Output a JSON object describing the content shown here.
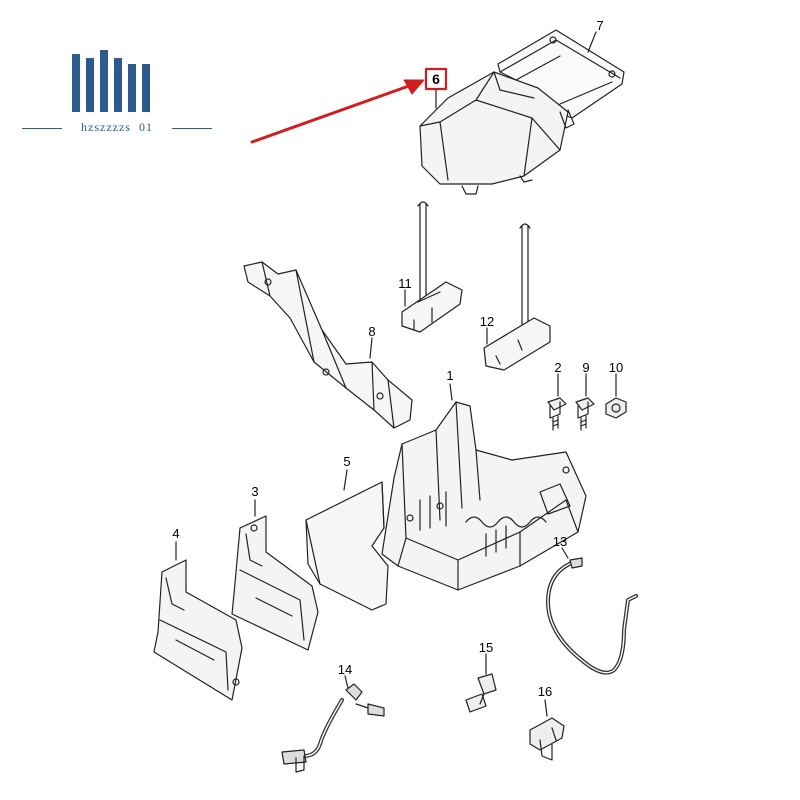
{
  "brand": {
    "text": "hzszzzzs",
    "suffix": "01",
    "color": "#2d5a8c"
  },
  "highlight": {
    "part_number": "6",
    "color": "#d01e1e"
  },
  "callouts": [
    {
      "id": "p1",
      "label": "1"
    },
    {
      "id": "p2",
      "label": "2"
    },
    {
      "id": "p3",
      "label": "3"
    },
    {
      "id": "p4",
      "label": "4"
    },
    {
      "id": "p5",
      "label": "5"
    },
    {
      "id": "p6",
      "label": "6"
    },
    {
      "id": "p7",
      "label": "7"
    },
    {
      "id": "p8",
      "label": "8"
    },
    {
      "id": "p9",
      "label": "9"
    },
    {
      "id": "p10",
      "label": "10"
    },
    {
      "id": "p11",
      "label": "11"
    },
    {
      "id": "p12",
      "label": "12"
    },
    {
      "id": "p13",
      "label": "13"
    },
    {
      "id": "p14",
      "label": "14"
    },
    {
      "id": "p15",
      "label": "15"
    },
    {
      "id": "p16",
      "label": "16"
    }
  ]
}
